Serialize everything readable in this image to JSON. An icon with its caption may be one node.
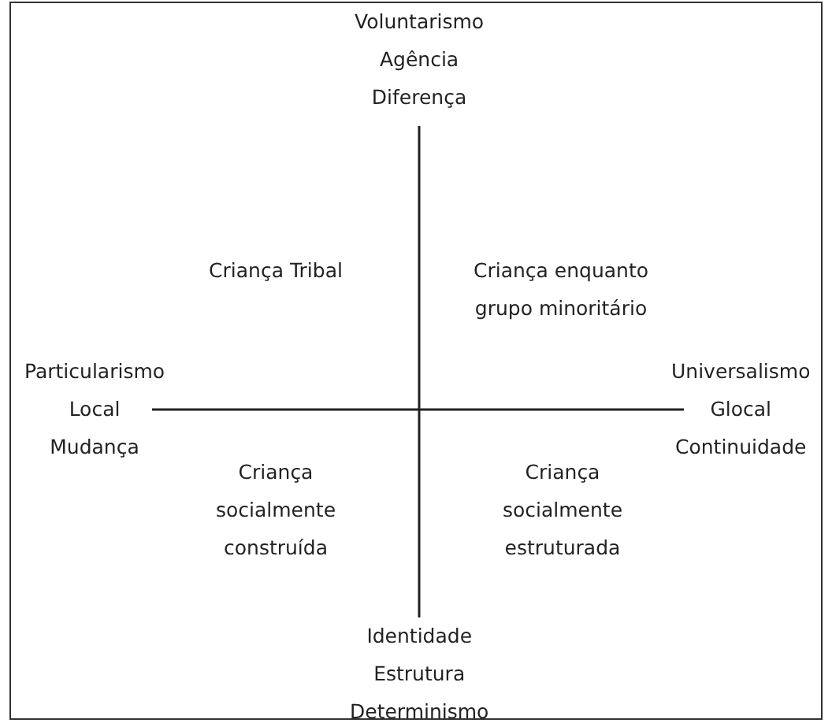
{
  "diagram": {
    "nodes": [
      {
        "text": [
          "Voluntarismo",
          "Agência",
          "Diferença"
        ]
      },
      {
        "text": [
          "Particularismo",
          "Local",
          "Mudança"
        ]
      },
      {
        "text": [
          "Universalismo",
          "Glocal",
          "Continuidade"
        ]
      },
      {
        "text": [
          "Identidade",
          "Estrutura",
          "Determinismo"
        ]
      }
    ],
    "edges": [
      {
        "from": 0,
        "to": 3,
        "arrow": "none"
      },
      {
        "from": 1,
        "to": 2,
        "arrow": "none"
      }
    ],
    "labels": [
      "Criança Tribal",
      "Criança enquanto grupo minoritário",
      "Criança socialmente construída",
      "Criança socialmente estruturada"
    ]
  }
}
